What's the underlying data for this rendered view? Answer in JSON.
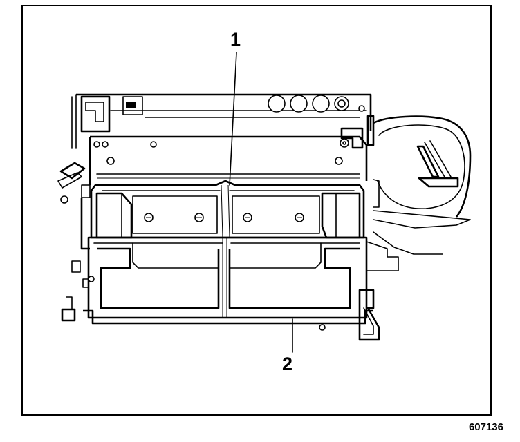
{
  "callouts": {
    "one": "1",
    "two": "2"
  },
  "figure_id": "607136",
  "colors": {
    "ink": "#000000",
    "paper": "#ffffff"
  }
}
